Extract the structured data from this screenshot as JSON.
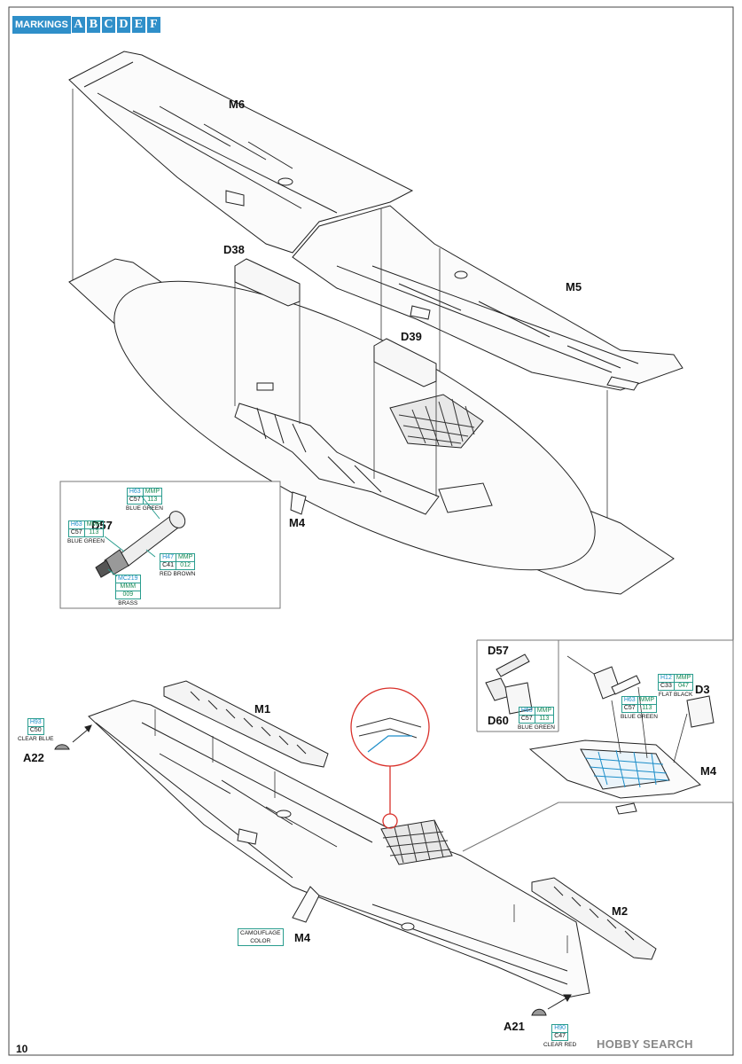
{
  "header": {
    "markings_label": "MARKINGS",
    "markings": [
      "A",
      "B",
      "C",
      "D",
      "E",
      "F"
    ]
  },
  "page_number": "10",
  "watermark": "HOBBY SEARCH",
  "parts": {
    "M6": "M6",
    "D38": "D38",
    "D39": "D39",
    "M5": "M5",
    "M4_top": "M4",
    "D57_detail": "D57",
    "M1": "M1",
    "A22": "A22",
    "M4_bottom": "M4",
    "M2": "M2",
    "A21": "A21",
    "D57_inset": "D57",
    "D60": "D60",
    "D3": "D3",
    "M4_inset": "M4"
  },
  "paints": {
    "d57_top": {
      "h": "H63",
      "m": "MMP",
      "c": "C57",
      "m2": "113",
      "name": "BLUE GREEN"
    },
    "d57_left": {
      "h": "H63",
      "m": "MMP",
      "c": "C57",
      "m2": "113",
      "name": "BLUE GREEN"
    },
    "d57_right": {
      "h": "H47",
      "m": "MMP",
      "c": "C41",
      "m2": "012",
      "name": "RED BROWN"
    },
    "d57_brass": {
      "h": "MC219",
      "m": "MMM",
      "m2": "009",
      "name": "BRASS"
    },
    "a22": {
      "h": "H93",
      "c": "C50",
      "name": "CLEAR BLUE"
    },
    "m4_camo": {
      "name1": "CAMOUFLAGE",
      "name2": "COLOR"
    },
    "a21": {
      "h": "H90",
      "c": "C47",
      "name": "CLEAR RED"
    },
    "d60": {
      "h": "H63",
      "m": "MMP",
      "c": "C57",
      "m2": "113",
      "name": "BLUE GREEN"
    },
    "inset_mid": {
      "h": "H63",
      "m": "MMP",
      "c": "C57",
      "m2": "113",
      "name": "BLUE GREEN"
    },
    "d3": {
      "h": "H12",
      "m": "MMP",
      "c": "C33",
      "m2": "047",
      "name": "FLAT BLACK"
    }
  },
  "colors": {
    "accent": "#2f8fc9",
    "callout": "#d9312b",
    "paint_border": "#2a9d8f"
  }
}
